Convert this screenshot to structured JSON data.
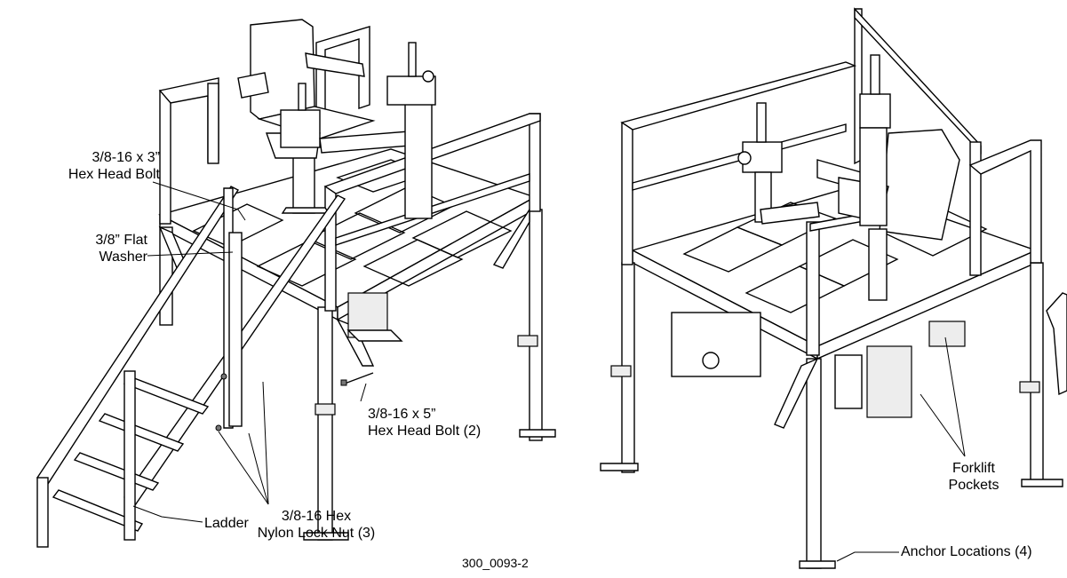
{
  "figure_id": "300_0093-2",
  "left_view": {
    "labels": {
      "hex_bolt_3_line1": "3/8-16 x 3”",
      "hex_bolt_3_line2": "Hex Head Bolt",
      "flat_washer_line1": "3/8” Flat",
      "flat_washer_line2": "Washer",
      "hex_bolt_5_line1": "3/8-16 x 5”",
      "hex_bolt_5_line2": "Hex Head Bolt (2)",
      "ladder": "Ladder",
      "lock_nut_line1": "3/8-16 Hex",
      "lock_nut_line2": "Nylon Lock Nut (3)"
    }
  },
  "right_view": {
    "labels": {
      "forklift_line1": "Forklift",
      "forklift_line2": "Pockets",
      "anchor": "Anchor Locations (4)"
    }
  }
}
